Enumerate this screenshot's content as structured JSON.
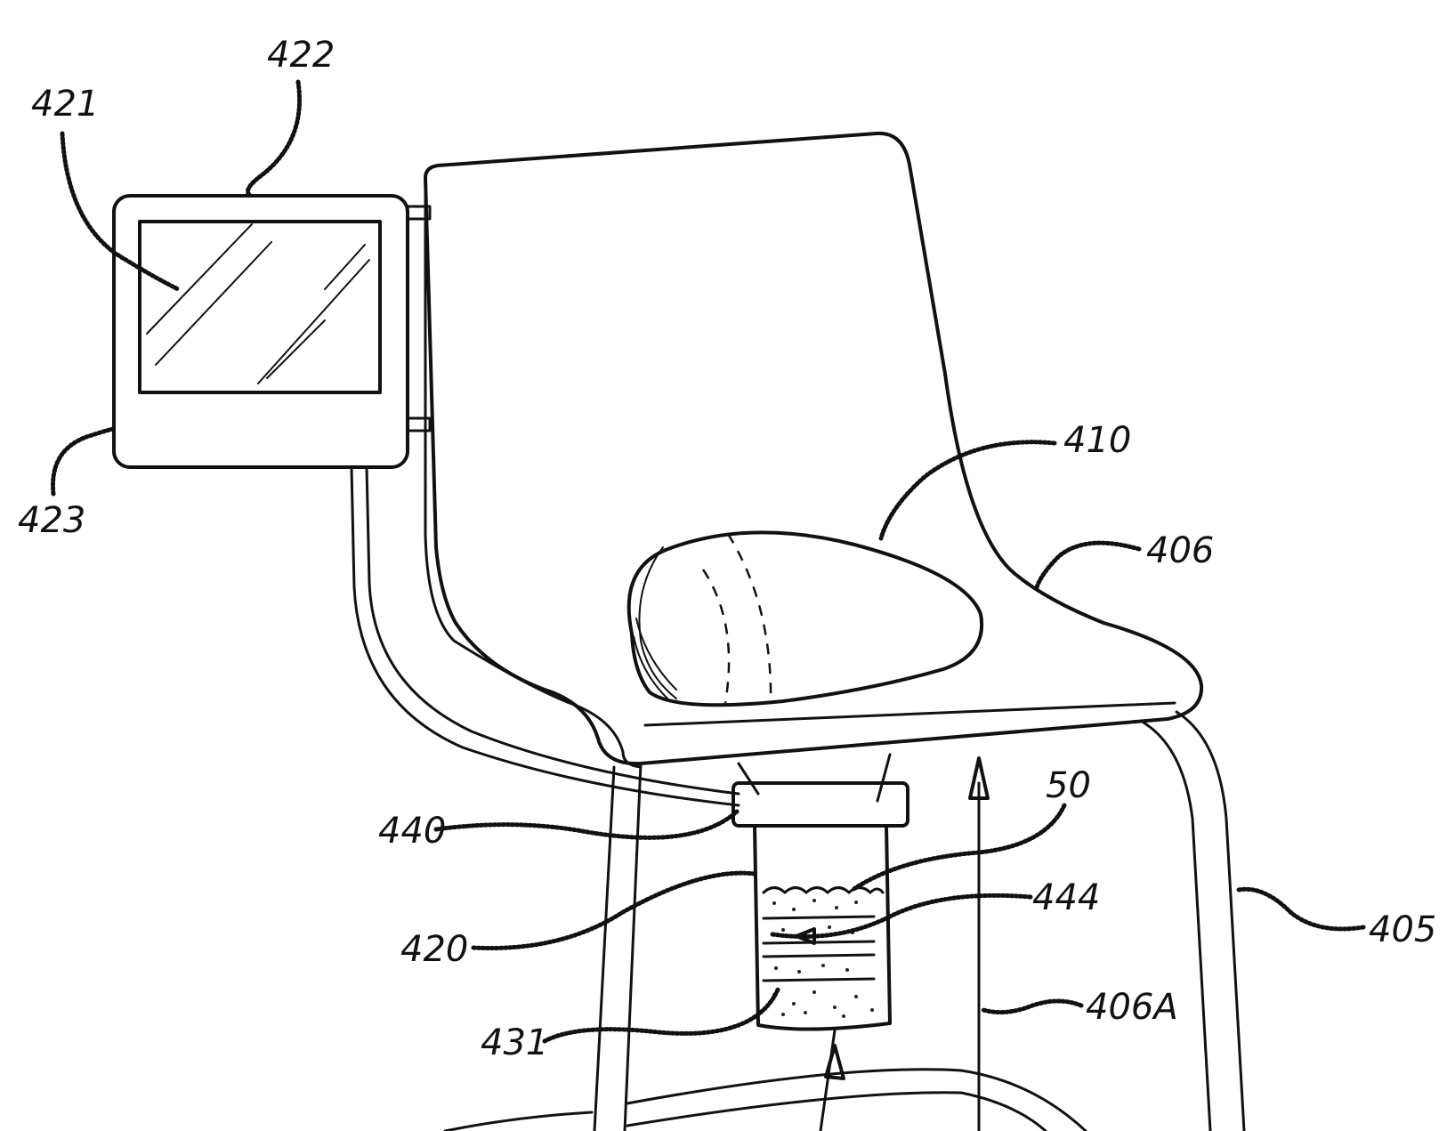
{
  "labels": {
    "r421": "421",
    "r422": "422",
    "r423": "423",
    "r410": "410",
    "r406": "406",
    "r440": "440",
    "r50": "50",
    "r444": "444",
    "r420": "420",
    "r405": "405",
    "r406A": "406A",
    "r431": "431"
  }
}
